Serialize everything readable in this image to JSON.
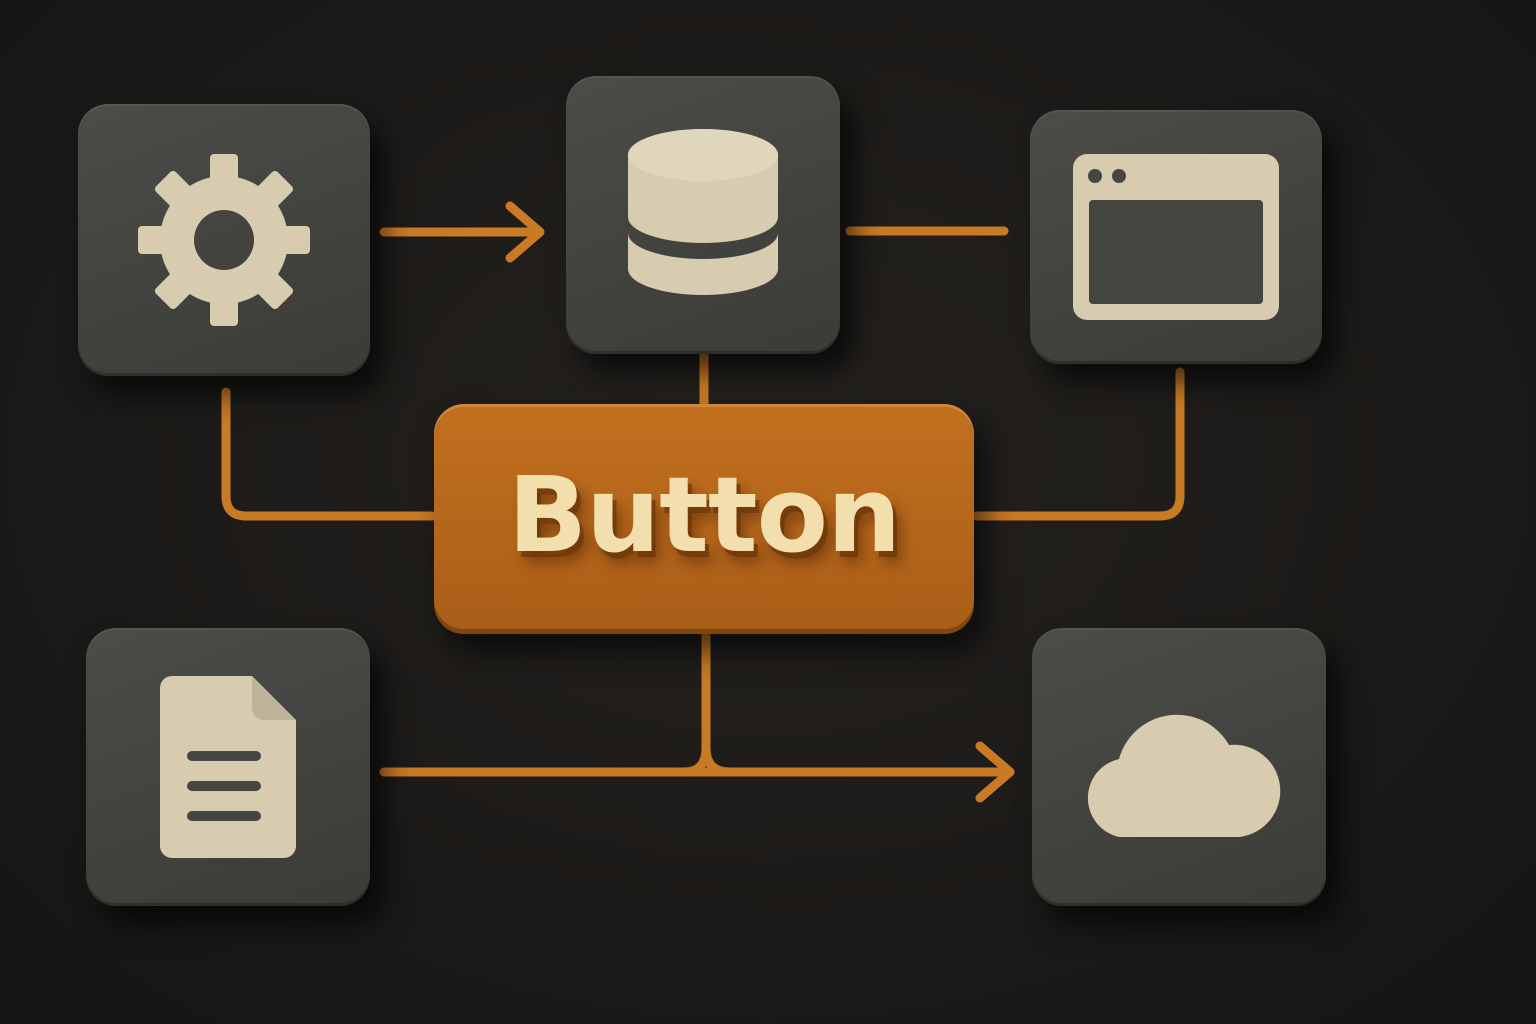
{
  "button": {
    "label": "Button"
  },
  "nodes": [
    {
      "name": "settings",
      "icon": "gear-icon"
    },
    {
      "name": "database",
      "icon": "database-icon"
    },
    {
      "name": "window",
      "icon": "browser-window-icon"
    },
    {
      "name": "document",
      "icon": "document-icon"
    },
    {
      "name": "cloud",
      "icon": "cloud-icon"
    }
  ],
  "colors": {
    "background": "#1c1a18",
    "node": "#454541",
    "icon": "#d7ccb0",
    "accent": "#b86a1c",
    "connector": "#c97a25",
    "button_text": "#f3dfae"
  }
}
